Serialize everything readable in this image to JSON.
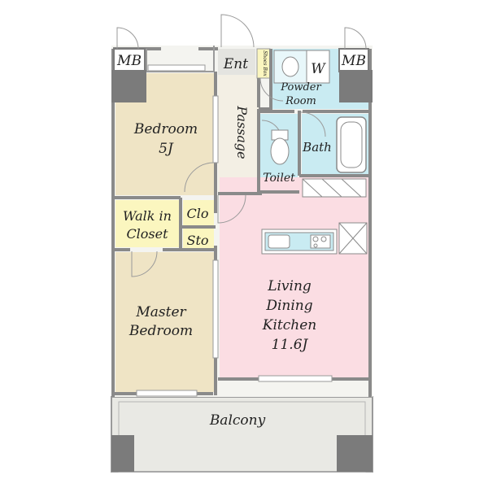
{
  "colors": {
    "bedroom": "#efe4c5",
    "closet": "#fbf6bf",
    "wet_area": "#c9ebf2",
    "ldk": "#fbdde3",
    "corridor": "#f3efe4",
    "balcony": "#e9e9e4",
    "wall": "#8a8a8a",
    "pillar": "#7b7b7b"
  },
  "rooms": {
    "bedroom": {
      "name": "Bedroom",
      "size": "5J"
    },
    "master_bedroom": {
      "line1": "Master",
      "line2": "Bedroom"
    },
    "walk_in_closet": {
      "line1": "Walk in",
      "line2": "Closet"
    },
    "clo": "Clo",
    "sto": "Sto",
    "passage": "Passage",
    "ent": "Ent",
    "shoes_box": "Shoes Box",
    "powder_room": {
      "line1": "Powder",
      "line2": "Room"
    },
    "washer": "W",
    "bath": "Bath",
    "toilet": "Toilet",
    "ldk": {
      "line1": "Living",
      "line2": "Dining",
      "line3": "Kitchen",
      "size": "11.6J"
    },
    "balcony": "Balcony",
    "mb_left": "MB",
    "mb_right": "MB"
  }
}
